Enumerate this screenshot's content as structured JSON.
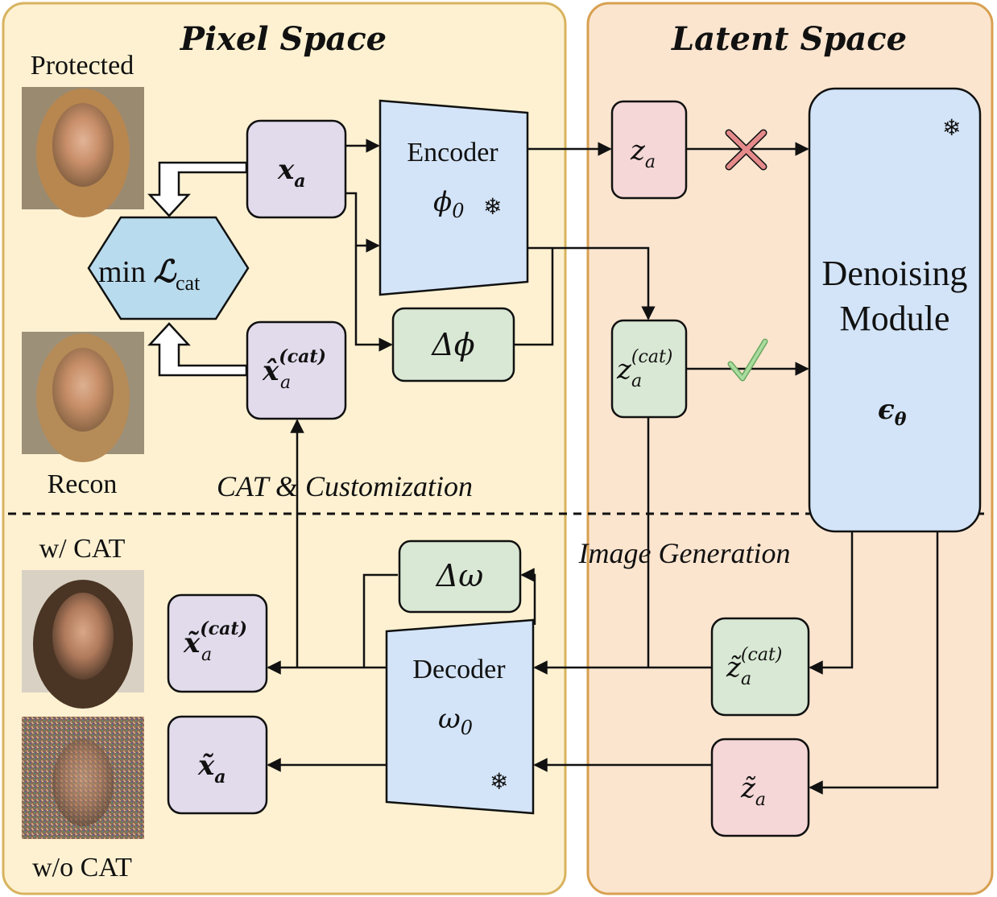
{
  "panels": {
    "pixel_space_title": "Pixel Space",
    "latent_space_title": "Latent Space"
  },
  "images": {
    "protected_label": "Protected",
    "recon_label": "Recon",
    "with_cat_label": "w/ CAT",
    "without_cat_label": "w/o CAT"
  },
  "sections": {
    "cat_customization": "CAT & Customization",
    "image_generation": "Image Generation"
  },
  "nodes": {
    "x_a": {
      "base": "x",
      "sub": "a"
    },
    "x_hat_cat": {
      "base": "x̂",
      "sub": "a",
      "sup": "(cat)"
    },
    "x_tilde_cat": {
      "base": "x̃",
      "sub": "a",
      "sup": "(cat)"
    },
    "x_tilde": {
      "base": "x̃",
      "sub": "a"
    },
    "z_a": {
      "base": "z",
      "sub": "a"
    },
    "z_cat": {
      "base": "z",
      "sub": "a",
      "sup": "(cat)"
    },
    "z_tilde_cat": {
      "base": "z̃",
      "sub": "a",
      "sup": "(cat)"
    },
    "z_tilde": {
      "base": "z̃",
      "sub": "a"
    },
    "delta_phi": "Δϕ",
    "delta_omega": "Δω",
    "loss": {
      "prefix": "min ",
      "symbol": "ℒ",
      "sub": "cat"
    }
  },
  "encoder": {
    "label": "Encoder",
    "param": "ϕ",
    "param_sub": "0"
  },
  "decoder": {
    "label": "Decoder",
    "param": "ω",
    "param_sub": "0"
  },
  "denoiser": {
    "line1": "Denoising",
    "line2": "Module",
    "param": "ϵ",
    "param_sub": "θ"
  },
  "icons": {
    "frozen": "snowflake-icon",
    "cross": "cross-icon",
    "check": "check-icon"
  },
  "colors": {
    "pixel_bg": "#fdf1d1",
    "pixel_border": "#d8b35e",
    "latent_bg": "#fbe5cf",
    "latent_border": "#d8a050",
    "purple": "#e2dbec",
    "blue": "#d3e4f8",
    "green": "#d9e8d4",
    "pink": "#f4d7d6",
    "hex": "#b9dbee",
    "cross": "#e58a8a",
    "check": "#9ad48e"
  }
}
